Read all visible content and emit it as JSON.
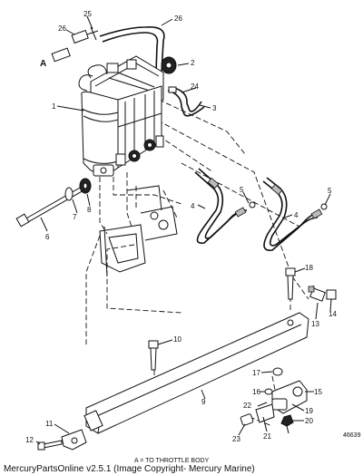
{
  "callouts": {
    "c1": "1",
    "c2": "2",
    "c3": "3",
    "c4a": "4",
    "c4b": "4",
    "c5a": "5",
    "c5b": "5",
    "c6": "6",
    "c7": "7",
    "c8": "8",
    "c9": "9",
    "c10": "10",
    "c11": "11",
    "c12": "12",
    "c13": "13",
    "c14": "14",
    "c15": "15",
    "c16": "16",
    "c17": "17",
    "c18": "18",
    "c19": "19",
    "c20": "20",
    "c21": "21",
    "c22": "22",
    "c23": "23",
    "c24": "24",
    "c25": "25",
    "c26a": "26",
    "c26b": "26"
  },
  "marker_a": "A",
  "caption": "A = TO THROTTLE BODY",
  "figure_id": "46639",
  "footer": "MercuryPartsOnline v2.5.1 (Image Copyright- Mercury Marine)"
}
